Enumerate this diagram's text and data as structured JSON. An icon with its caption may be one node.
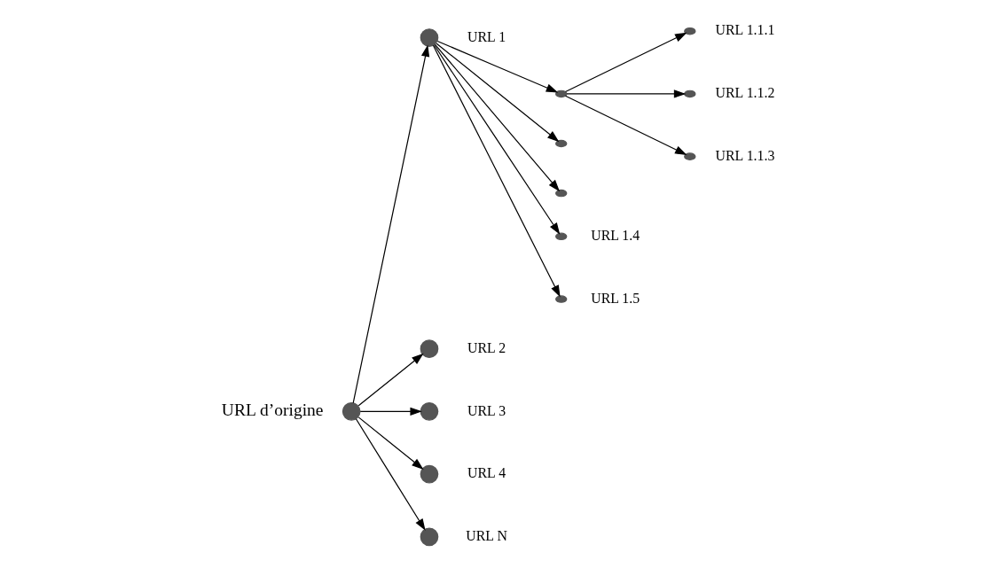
{
  "diagram": {
    "nodes": [
      {
        "text": [],
        "shape": "circle",
        "beside": [
          "URL d’origine"
        ]
      },
      {
        "text": [],
        "shape": "circle",
        "beside": [
          "URL 1"
        ]
      },
      {
        "text": [],
        "shape": "circle",
        "beside": [
          "URL 2"
        ]
      },
      {
        "text": [],
        "shape": "circle",
        "beside": [
          "URL 3"
        ]
      },
      {
        "text": [],
        "shape": "circle",
        "beside": [
          "URL 4"
        ]
      },
      {
        "text": [],
        "shape": "circle",
        "beside": [
          "URL N"
        ]
      },
      {
        "text": [],
        "shape": "circle"
      },
      {
        "text": [],
        "shape": "circle"
      },
      {
        "text": [],
        "shape": "circle"
      },
      {
        "text": [],
        "shape": "circle",
        "beside": [
          "URL 1.4"
        ]
      },
      {
        "text": [],
        "shape": "circle",
        "beside": [
          "URL 1.5"
        ]
      },
      {
        "text": [],
        "shape": "circle",
        "beside": [
          "URL 1.1.1"
        ]
      },
      {
        "text": [],
        "shape": "circle",
        "beside": [
          "URL 1.1.2"
        ]
      },
      {
        "text": [],
        "shape": "circle",
        "beside": [
          "URL 1.1.3"
        ]
      }
    ],
    "edges": [
      {
        "from": 0,
        "to": 1,
        "arrow": "to"
      },
      {
        "from": 0,
        "to": 2,
        "arrow": "to"
      },
      {
        "from": 0,
        "to": 3,
        "arrow": "to"
      },
      {
        "from": 0,
        "to": 4,
        "arrow": "to"
      },
      {
        "from": 0,
        "to": 5,
        "arrow": "to"
      },
      {
        "from": 1,
        "to": 6,
        "arrow": "to"
      },
      {
        "from": 1,
        "to": 7,
        "arrow": "to"
      },
      {
        "from": 1,
        "to": 8,
        "arrow": "to"
      },
      {
        "from": 1,
        "to": 9,
        "arrow": "to"
      },
      {
        "from": 1,
        "to": 10,
        "arrow": "to"
      },
      {
        "from": 6,
        "to": 11,
        "arrow": "to"
      },
      {
        "from": 6,
        "to": 12,
        "arrow": "to"
      },
      {
        "from": 6,
        "to": 13,
        "arrow": "to"
      }
    ]
  }
}
